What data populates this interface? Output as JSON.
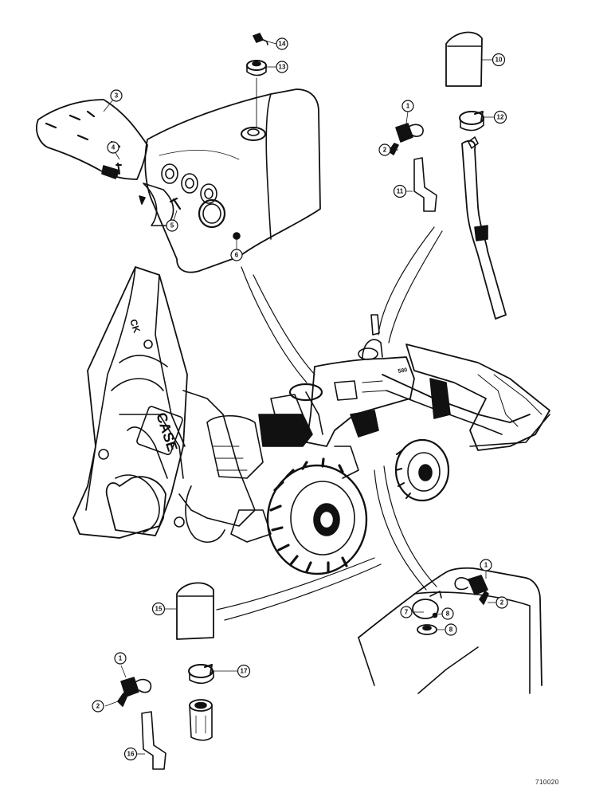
{
  "callouts": {
    "c1": "1",
    "c2": "2",
    "c3": "3",
    "c4": "4",
    "c5": "5",
    "c6": "6",
    "c7": "7",
    "c8": "8",
    "c10": "10",
    "c11": "11",
    "c12": "12",
    "c13": "13",
    "c14": "14",
    "c15": "15",
    "c16": "16",
    "c17": "17"
  },
  "machine_labels": {
    "brand": "CASE",
    "boom_mark": "CK",
    "cowl_mark": "580"
  },
  "figure_reference": "710020",
  "colors": {
    "ink": "#111111",
    "paper": "#ffffff"
  }
}
